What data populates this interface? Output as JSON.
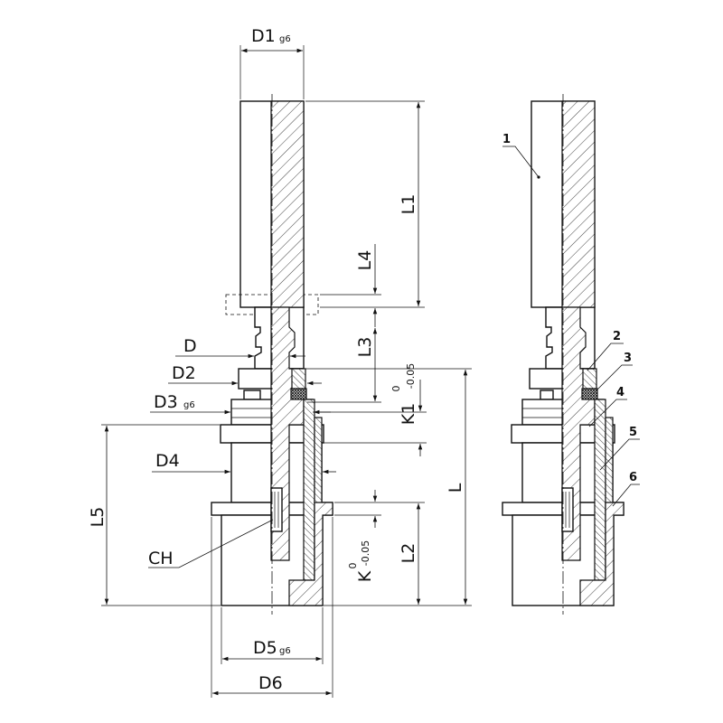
{
  "labels": {
    "d1": "D1",
    "d1_sub": "g6",
    "d": "D",
    "d2": "D2",
    "d3": "D3",
    "d3_sub": "g6",
    "d4": "D4",
    "d5": "D5",
    "d5_sub": "g6",
    "d6": "D6",
    "ch": "CH",
    "l": "L",
    "l1": "L1",
    "l2": "L2",
    "l3": "L3",
    "l4": "L4",
    "l5": "L5",
    "k1": "K1",
    "k1_tol_upper": "0",
    "k1_tol_lower": "-0.05",
    "k": "K",
    "k_tol_upper": "0",
    "k_tol_lower": "-0.05"
  },
  "parts": [
    "1",
    "2",
    "3",
    "4",
    "5",
    "6"
  ]
}
